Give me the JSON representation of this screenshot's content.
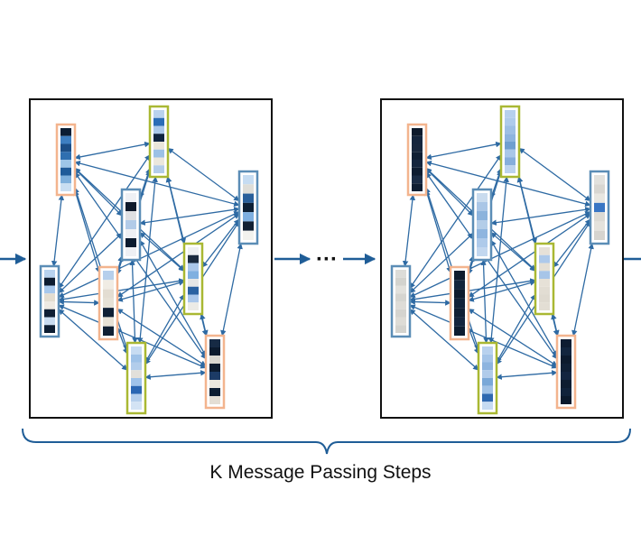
{
  "caption": "K Message Passing Steps",
  "ellipsis": "···",
  "colors": {
    "edge": "#2e6aa3",
    "frame": "#111111",
    "node_outline_orange": "#f3b48e",
    "node_outline_green": "#a9b833",
    "node_outline_blue": "#5b8db6",
    "flow_arrow": "#1f5d97"
  },
  "graphs": [
    {
      "name": "graph-step-1",
      "nodes": [
        {
          "id": "n1",
          "outline": "orange",
          "cells": [
            "#0b1d33",
            "#3e7fc1",
            "#1c4e86",
            "#2f6fb0",
            "#9ec6e8",
            "#1f5b99",
            "#7fb0dc",
            "#c9def2"
          ]
        },
        {
          "id": "n2",
          "outline": "green",
          "cells": [
            "#b9d2ee",
            "#2a6db7",
            "#aac8ea",
            "#0f2440",
            "#eae6da",
            "#9cc1e6",
            "#ebe7dc",
            "#b3cde9"
          ]
        },
        {
          "id": "n3",
          "outline": "blue",
          "cells": [
            "#c6dcf2",
            "#deddd8",
            "#295f9b",
            "#0d2036",
            "#7eafe0",
            "#101f33",
            "#f2f2ee"
          ]
        },
        {
          "id": "n4",
          "outline": "blue",
          "cells": [
            "#b8d3ef",
            "#0c1c30",
            "#a7c8ec",
            "#e3ddd0",
            "#eeeae3",
            "#0f1f35",
            "#c9dcf1",
            "#0d1e33"
          ]
        },
        {
          "id": "n5",
          "outline": "green",
          "cells": [
            "#eef0f2",
            "#1a2a3e",
            "#aac7ea",
            "#7fb0e0",
            "#e6e7e6",
            "#2a62a1",
            "#aac7ea",
            "#ecebe6"
          ]
        },
        {
          "id": "n6",
          "outline": "blue",
          "cells": [
            "#eef0f4",
            "#0f1a2b",
            "#dedfe2",
            "#b2cbe8",
            "#eef0f4",
            "#0b1b2f",
            "#eef0f4"
          ]
        },
        {
          "id": "n7",
          "outline": "orange",
          "cells": [
            "#b6cfec",
            "#f0ece4",
            "#e3ddd2",
            "#e6e1d6",
            "#0f1f35",
            "#e7e1d6",
            "#101f33"
          ]
        },
        {
          "id": "n8",
          "outline": "orange",
          "cells": [
            "#162a44",
            "#0b1a2d",
            "#d8d6d0",
            "#0c1b2f",
            "#1c3b66",
            "#ebe7dd",
            "#0d1d31",
            "#e4ded4"
          ]
        },
        {
          "id": "n9",
          "outline": "green",
          "cells": [
            "#c7dcf2",
            "#9ec2e8",
            "#b2cdeb",
            "#e2e0da",
            "#9fc3ea",
            "#2b67b3",
            "#b5cfec",
            "#d3e3f4"
          ]
        }
      ]
    },
    {
      "name": "graph-step-k",
      "nodes": [
        {
          "id": "n1",
          "outline": "orange",
          "cells": [
            "#0e1b2c",
            "#15263d",
            "#17273d",
            "#0f1f34",
            "#15263e",
            "#0e1d31",
            "#1a2c45",
            "#0f1e32"
          ]
        },
        {
          "id": "n2",
          "outline": "green",
          "cells": [
            "#b6d0ee",
            "#aecbeb",
            "#9dbfe4",
            "#8db4de",
            "#6f9fd0",
            "#a9c7e9",
            "#86aedc",
            "#bcd3ee"
          ]
        },
        {
          "id": "n3",
          "outline": "blue",
          "cells": [
            "#e2e1dd",
            "#d8d6d1",
            "#e8e6e0",
            "#3a76c4",
            "#dcdad4",
            "#e4e2dc",
            "#d6d4cf"
          ]
        },
        {
          "id": "n4",
          "outline": "blue",
          "cells": [
            "#dcdcd8",
            "#d3d3ce",
            "#e2e1dc",
            "#d6d5d0",
            "#dedcd7",
            "#d5d4cf",
            "#dedcd6",
            "#d4d3ce"
          ]
        },
        {
          "id": "n5",
          "outline": "green",
          "cells": [
            "#e6e1d8",
            "#adc9ea",
            "#e4dfd5",
            "#a7c5e8",
            "#e6e1d7",
            "#e2ddd3",
            "#dfdad0",
            "#e3ded4"
          ]
        },
        {
          "id": "n6",
          "outline": "blue",
          "cells": [
            "#c9dbee",
            "#aac6e6",
            "#8cb3dc",
            "#b3cde8",
            "#8fb5df",
            "#aecaea",
            "#c2d7ef"
          ]
        },
        {
          "id": "n7",
          "outline": "orange",
          "cells": [
            "#0e1b2d",
            "#14253c",
            "#0d1b2e",
            "#11233a",
            "#0f1f34",
            "#14253e",
            "#0d1c30"
          ]
        },
        {
          "id": "n8",
          "outline": "orange",
          "cells": [
            "#0e1c31",
            "#13253e",
            "#0c1a2d",
            "#0f1f35",
            "#132540",
            "#0d1c30",
            "#10223a",
            "#0b192b"
          ]
        },
        {
          "id": "n9",
          "outline": "green",
          "cells": [
            "#b8d1ee",
            "#a4c4e8",
            "#8db4df",
            "#b0cbea",
            "#7aa8d8",
            "#a1c2e6",
            "#2f69b0",
            "#c6dbf2"
          ]
        }
      ]
    }
  ]
}
